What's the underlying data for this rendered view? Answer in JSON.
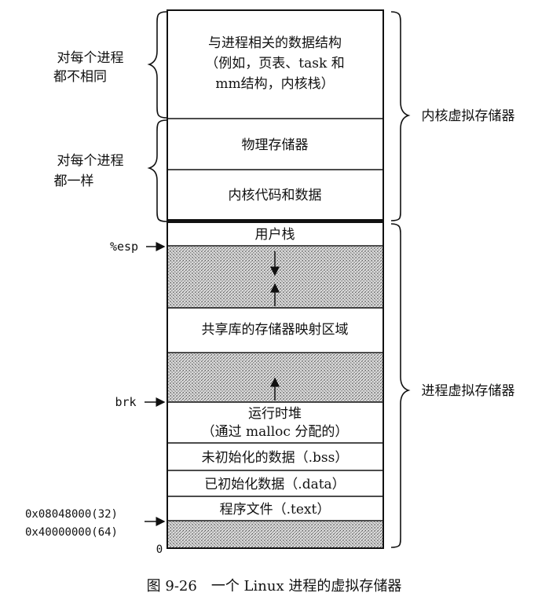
{
  "kernel_segments": [
    {
      "id": "per-process-structs",
      "lines": [
        "与进程相关的数据结构",
        "（例如，页表、task 和",
        "mm结构，内核栈）"
      ]
    },
    {
      "id": "physical-memory",
      "lines": [
        "物理存储器"
      ]
    },
    {
      "id": "kernel-code-data",
      "lines": [
        "内核代码和数据"
      ]
    }
  ],
  "process_segments": [
    {
      "id": "user-stack",
      "lines": [
        "用户栈"
      ]
    },
    {
      "id": "shared-libraries",
      "lines": [
        "共享库的存储器映射区域"
      ]
    },
    {
      "id": "heap",
      "lines": [
        "运行时堆",
        "（通过 malloc 分配的）"
      ]
    },
    {
      "id": "bss",
      "lines": [
        "未初始化的数据（.bss）"
      ]
    },
    {
      "id": "data",
      "lines": [
        "已初始化数据（.data）"
      ]
    },
    {
      "id": "text",
      "lines": [
        "程序文件（.text）"
      ]
    }
  ],
  "left_braces": [
    {
      "id": "different-per-process",
      "lines": [
        "对每个进程",
        "都不相同"
      ]
    },
    {
      "id": "same-per-process",
      "lines": [
        "对每个进程",
        "都一样"
      ]
    }
  ],
  "right_braces": [
    {
      "id": "kernel-virtual-memory",
      "label": "内核虚拟存储器"
    },
    {
      "id": "process-virtual-memory",
      "label": "进程虚拟存储器"
    }
  ],
  "pointers": {
    "esp": "%esp",
    "brk": "brk",
    "start_32": "0x08048000(32)",
    "start_64": "0x40000000(64)",
    "zero": "0"
  },
  "caption": "图 9-26　一个 Linux 进程的虚拟存储器"
}
